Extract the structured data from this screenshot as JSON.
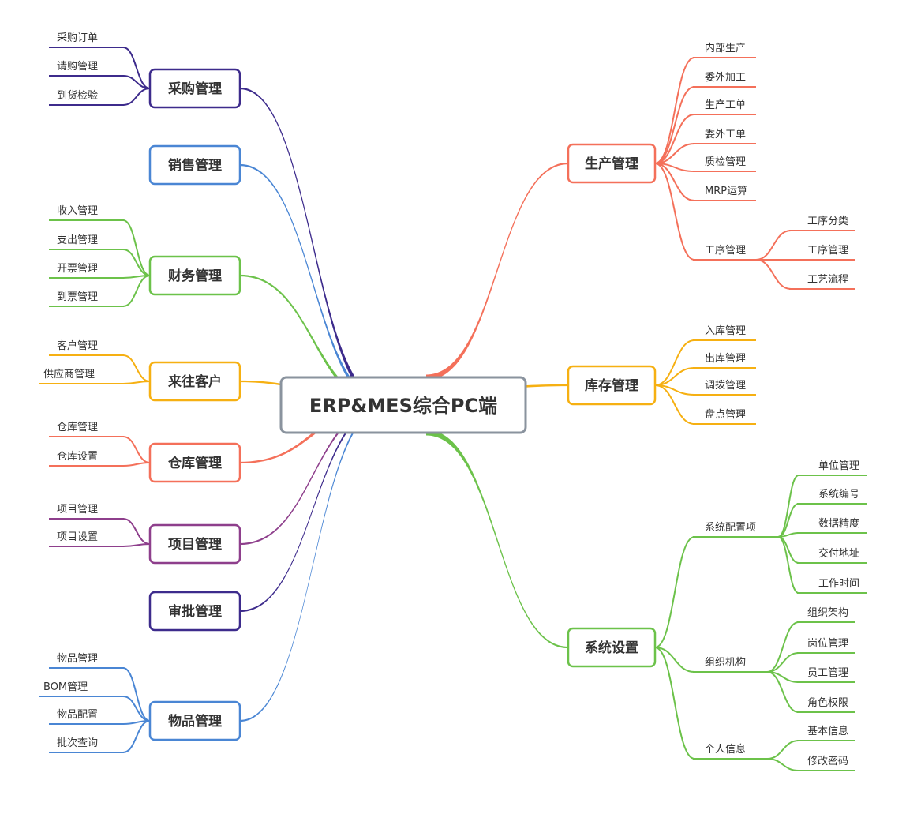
{
  "center": {
    "label": "ERP&MES综合PC端"
  },
  "colors": {
    "purple": "#3d2b8c",
    "blue": "#4a86d4",
    "green": "#6cc24a",
    "orange": "#f6b012",
    "red": "#f4705a",
    "magenta": "#8e3f8c",
    "center_border": "#8a939e"
  },
  "left_branches": [
    {
      "id": "purchase",
      "label": "采购管理",
      "color": "purple",
      "children": [
        "采购订单",
        "请购管理",
        "到货检验"
      ]
    },
    {
      "id": "sales",
      "label": "销售管理",
      "color": "blue",
      "children": []
    },
    {
      "id": "finance",
      "label": "财务管理",
      "color": "green",
      "children": [
        "收入管理",
        "支出管理",
        "开票管理",
        "到票管理"
      ]
    },
    {
      "id": "customers",
      "label": "来往客户",
      "color": "orange",
      "children": [
        "客户管理",
        "供应商管理"
      ]
    },
    {
      "id": "warehouse",
      "label": "仓库管理",
      "color": "red",
      "children": [
        "仓库管理",
        "仓库设置"
      ]
    },
    {
      "id": "project",
      "label": "项目管理",
      "color": "magenta",
      "children": [
        "项目管理",
        "项目设置"
      ]
    },
    {
      "id": "approval",
      "label": "审批管理",
      "color": "purple",
      "children": []
    },
    {
      "id": "goods",
      "label": "物品管理",
      "color": "blue",
      "children": [
        "物品管理",
        "BOM管理",
        "物品配置",
        "批次查询"
      ]
    }
  ],
  "right_branches": [
    {
      "id": "production",
      "label": "生产管理",
      "color": "red",
      "children": [
        {
          "label": "内部生产"
        },
        {
          "label": "委外加工"
        },
        {
          "label": "生产工单"
        },
        {
          "label": "委外工单"
        },
        {
          "label": "质检管理"
        },
        {
          "label": "MRP运算"
        },
        {
          "label": "工序管理",
          "children": [
            "工序分类",
            "工序管理",
            "工艺流程"
          ]
        }
      ]
    },
    {
      "id": "inventory",
      "label": "库存管理",
      "color": "orange",
      "children": [
        {
          "label": "入库管理"
        },
        {
          "label": "出库管理"
        },
        {
          "label": "调拨管理"
        },
        {
          "label": "盘点管理"
        }
      ]
    },
    {
      "id": "system",
      "label": "系统设置",
      "color": "green",
      "children": [
        {
          "label": "系统配置项",
          "children": [
            "单位管理",
            "系统编号",
            "数据精度",
            "交付地址",
            "工作时间"
          ]
        },
        {
          "label": "组织机构",
          "children": [
            "组织架构",
            "岗位管理",
            "员工管理",
            "角色权限"
          ]
        },
        {
          "label": "个人信息",
          "children": [
            "基本信息",
            "修改密码"
          ]
        }
      ]
    }
  ]
}
